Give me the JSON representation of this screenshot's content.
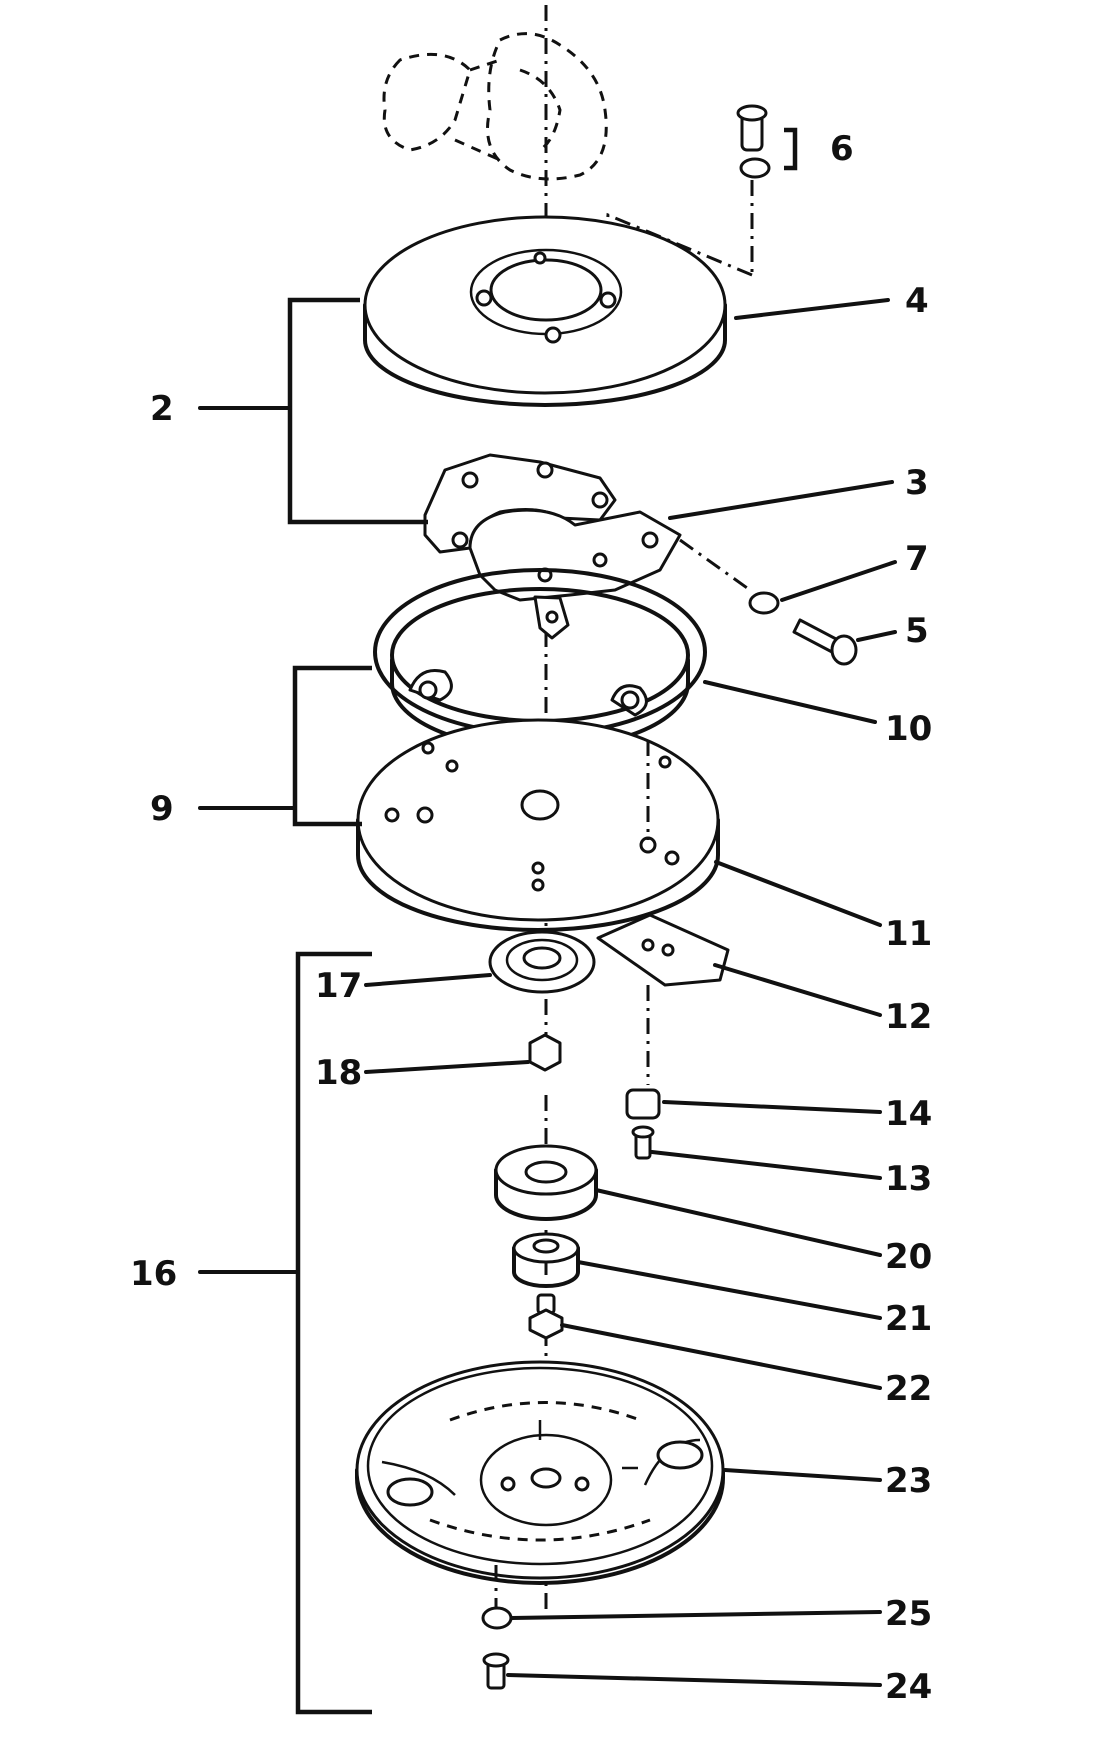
{
  "callouts": {
    "c2": "2",
    "c3": "3",
    "c4": "4",
    "c5": "5",
    "c6": "6",
    "c7": "7",
    "c9": "9",
    "c10": "10",
    "c11": "11",
    "c12": "12",
    "c13": "13",
    "c14": "14",
    "c16": "16",
    "c17": "17",
    "c18": "18",
    "c20": "20",
    "c21": "21",
    "c22": "22",
    "c23": "23",
    "c24": "24",
    "c25": "25"
  }
}
